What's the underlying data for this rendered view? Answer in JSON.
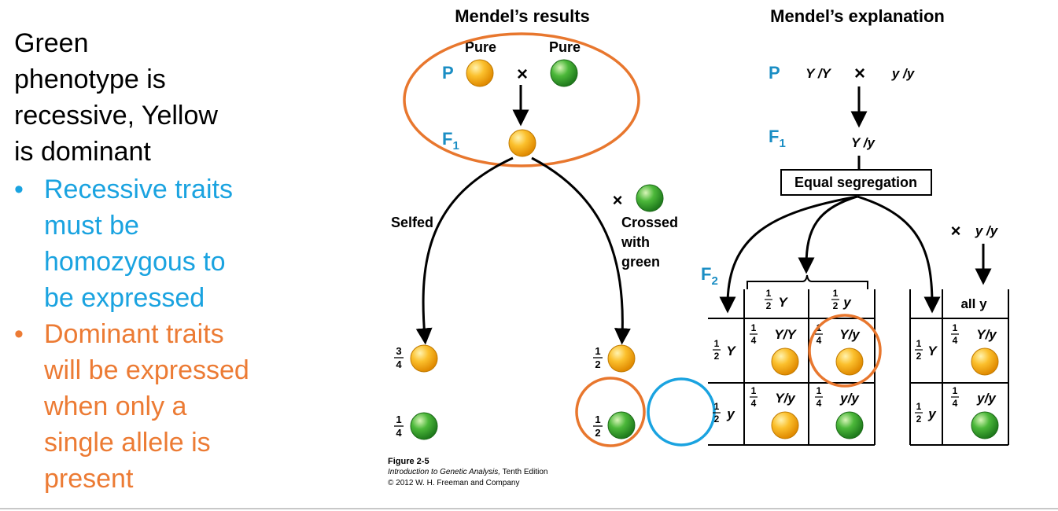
{
  "slide": {
    "heading_lines": [
      "Green",
      "phenotype is",
      "recessive, Yellow",
      "is dominant"
    ],
    "bullets": [
      {
        "lines": [
          "Recessive traits",
          "must be",
          "homozygous to",
          "be expressed"
        ],
        "color": "#1aa3e0"
      },
      {
        "lines": [
          "Dominant traits",
          "will be expressed",
          "when only a",
          "single allele is",
          "present"
        ],
        "color": "#ec7b34"
      }
    ]
  },
  "colors": {
    "yellow_pea": "#f6b71c",
    "green_pea": "#3fab2f",
    "generation_label": "#1b8ec4",
    "orange_annotation": "#e8772e",
    "blue_annotation": "#1aa3e0"
  },
  "results": {
    "title": "Mendel’s results",
    "pure_left": "Pure",
    "pure_right": "Pure",
    "p_label": "P",
    "f1_label": "F",
    "f1_sub": "1",
    "cross_symbol": "×",
    "selfed": "Selfed",
    "crossed_with_green": [
      "Crossed",
      "with",
      "green"
    ],
    "selfed_fractions": [
      {
        "num": "3",
        "den": "4"
      },
      {
        "num": "1",
        "den": "4"
      }
    ],
    "crossed_fractions": [
      {
        "num": "1",
        "den": "2"
      },
      {
        "num": "1",
        "den": "2"
      }
    ]
  },
  "caption": {
    "figure": "Figure 2-5",
    "book_italic": "Introduction to Genetic Analysis,",
    "edition": " Tenth Edition",
    "copyright": "© 2012 W. H. Freeman and Company"
  },
  "explanation": {
    "title": "Mendel’s explanation",
    "p_label": "P",
    "p_left": "Y /Y",
    "p_right": "y /y",
    "f1_label": "F",
    "f1_sub": "1",
    "f1_genotype": "Y /y",
    "equal_segregation": "Equal segregation",
    "f2_label": "F",
    "f2_sub": "2",
    "cross_right": "y /y",
    "half": {
      "num": "1",
      "den": "2"
    },
    "quarter": {
      "num": "1",
      "den": "4"
    },
    "gametes": [
      "Y",
      "y"
    ],
    "all_y": "all y",
    "punnett": [
      [
        {
          "genotype": "Y/Y",
          "pea": "yellow"
        },
        {
          "genotype": "Y/y",
          "pea": "yellow"
        }
      ],
      [
        {
          "genotype": "Y/y",
          "pea": "yellow"
        },
        {
          "genotype": "y/y",
          "pea": "green"
        }
      ]
    ],
    "testcross": [
      {
        "genotype": "Y/y",
        "pea": "yellow"
      },
      {
        "genotype": "y/y",
        "pea": "green"
      }
    ]
  }
}
